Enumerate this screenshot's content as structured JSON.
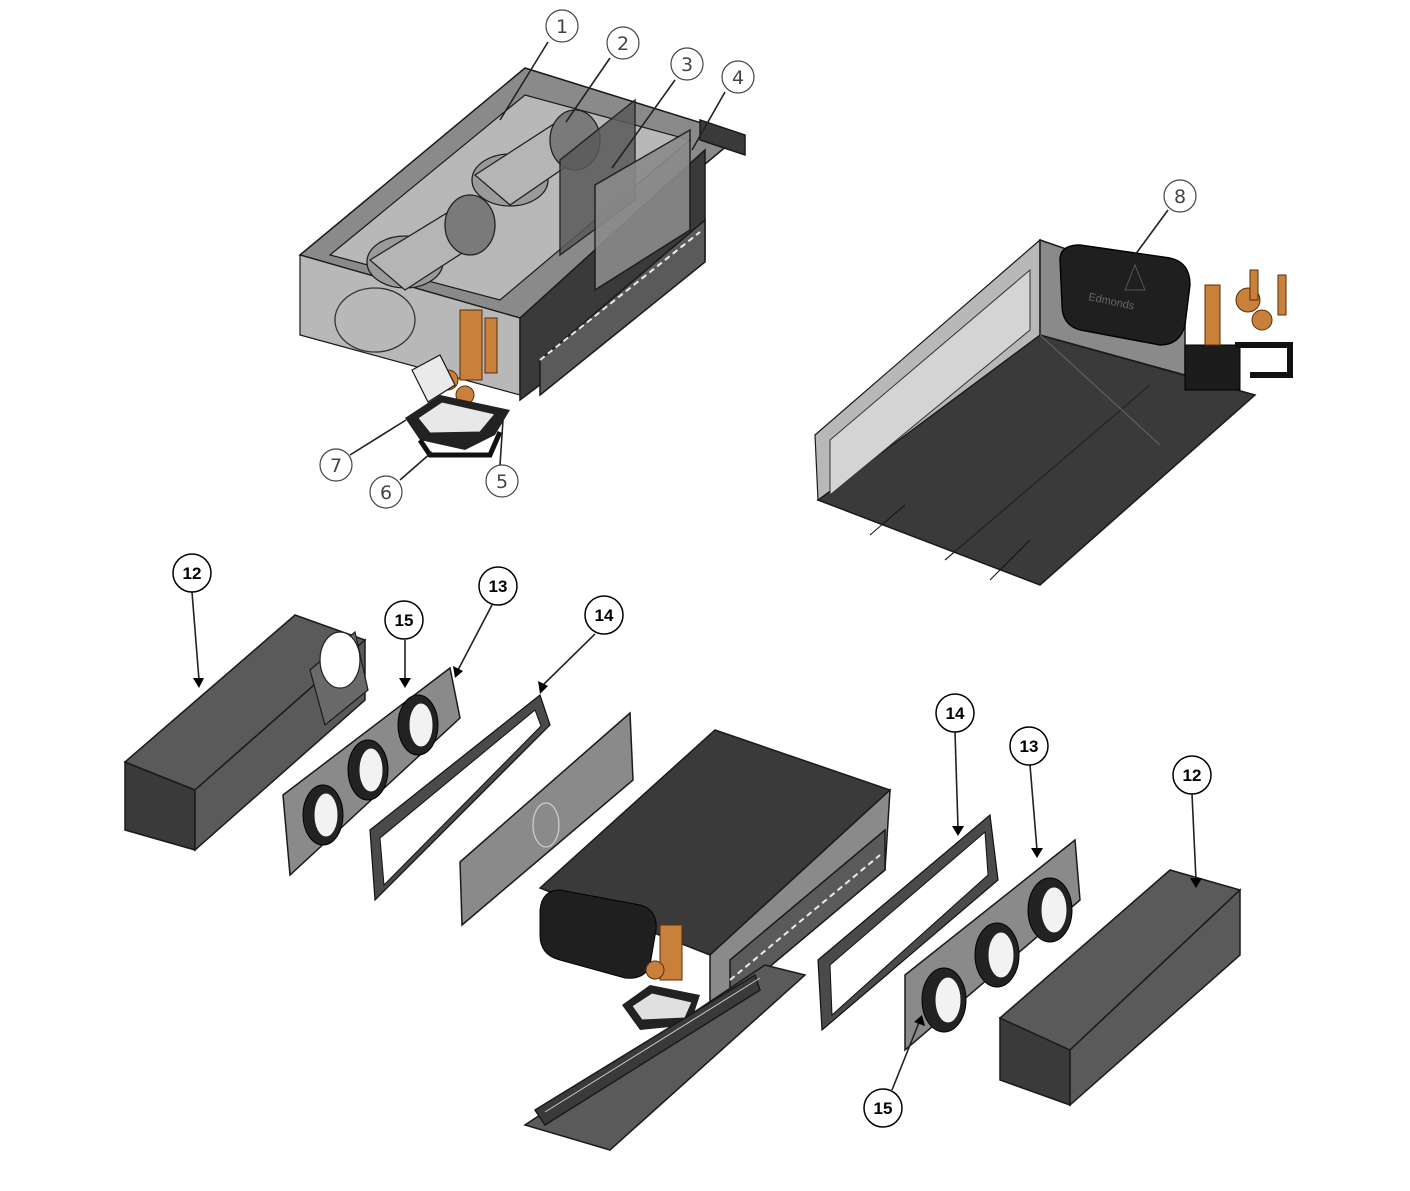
{
  "callouts": {
    "c1": "1",
    "c2": "2",
    "c3": "3",
    "c4": "4",
    "c5": "5",
    "c6": "6",
    "c7": "7",
    "c8": "8",
    "c12a": "12",
    "c15a": "15",
    "c13a": "13",
    "c14a": "14",
    "c14b": "14",
    "c13b": "13",
    "c12b": "12",
    "c15b": "15"
  },
  "bottom_unit_logo": "Edmonds",
  "colors": {
    "sheet_dark": "#3a3a3a",
    "sheet_mid": "#5a5a5a",
    "sheet_light": "#8a8a8a",
    "copper": "#c9803a"
  }
}
